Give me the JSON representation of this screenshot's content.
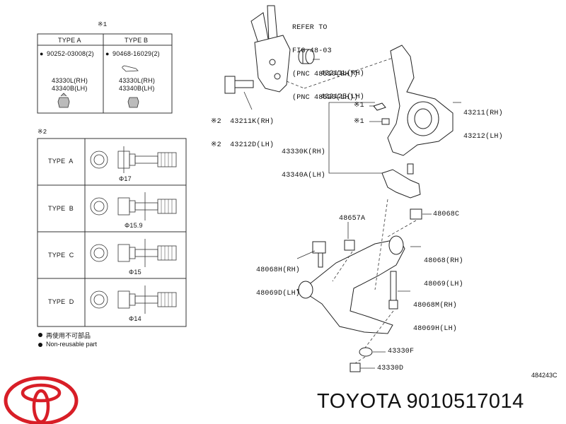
{
  "note1_marker": "※1",
  "note2_marker": "※2",
  "table1": {
    "headers": [
      "TYPE A",
      "TYPE B"
    ],
    "col_a": {
      "part": "90252-03008(2)",
      "rh": "43330L(RH)",
      "lh": "43340B(LH)"
    },
    "col_b": {
      "part": "90468-16029(2)",
      "rh": "43330L(RH)",
      "lh": "43340B(LH)"
    }
  },
  "table2": {
    "rows": [
      {
        "type": "TYPE  A",
        "dia": "Φ17"
      },
      {
        "type": "TYPE  B",
        "dia": "Φ15.9"
      },
      {
        "type": "TYPE  C",
        "dia": "Φ15"
      },
      {
        "type": "TYPE  D",
        "dia": "Φ14"
      }
    ]
  },
  "legend": {
    "jp": "再使用不可部品",
    "en": "Non-reusable part"
  },
  "callouts": {
    "refer": [
      "REFER TO",
      "FIG 48-03",
      "(PNC 48510(RH))",
      "(PNC 48520(LH))"
    ],
    "p43211L": [
      "43211L(RH)",
      "43212E(LH)"
    ],
    "p43211K": [
      "※2  43211K(RH)",
      "※2  43212D(LH)"
    ],
    "p43211": [
      "43211(RH)",
      "43212(LH)"
    ],
    "star1a": "※1",
    "star1b": "※1",
    "p43330K": [
      "43330K(RH)",
      "43340A(LH)"
    ],
    "p48657A": "48657A",
    "p48068C": "48068C",
    "p48068H": [
      "48068H(RH)",
      "48069D(LH)"
    ],
    "p48068": [
      "48068(RH)",
      "48069(LH)"
    ],
    "p48068M": [
      "48068M(RH)",
      "48069H(LH)"
    ],
    "p43330F": "43330F",
    "p43330D": "43330D"
  },
  "diagram_id": "484243C",
  "footer": "TOYOTA 9010517014",
  "colors": {
    "logo_red": "#d81e27",
    "line": "#222222"
  }
}
